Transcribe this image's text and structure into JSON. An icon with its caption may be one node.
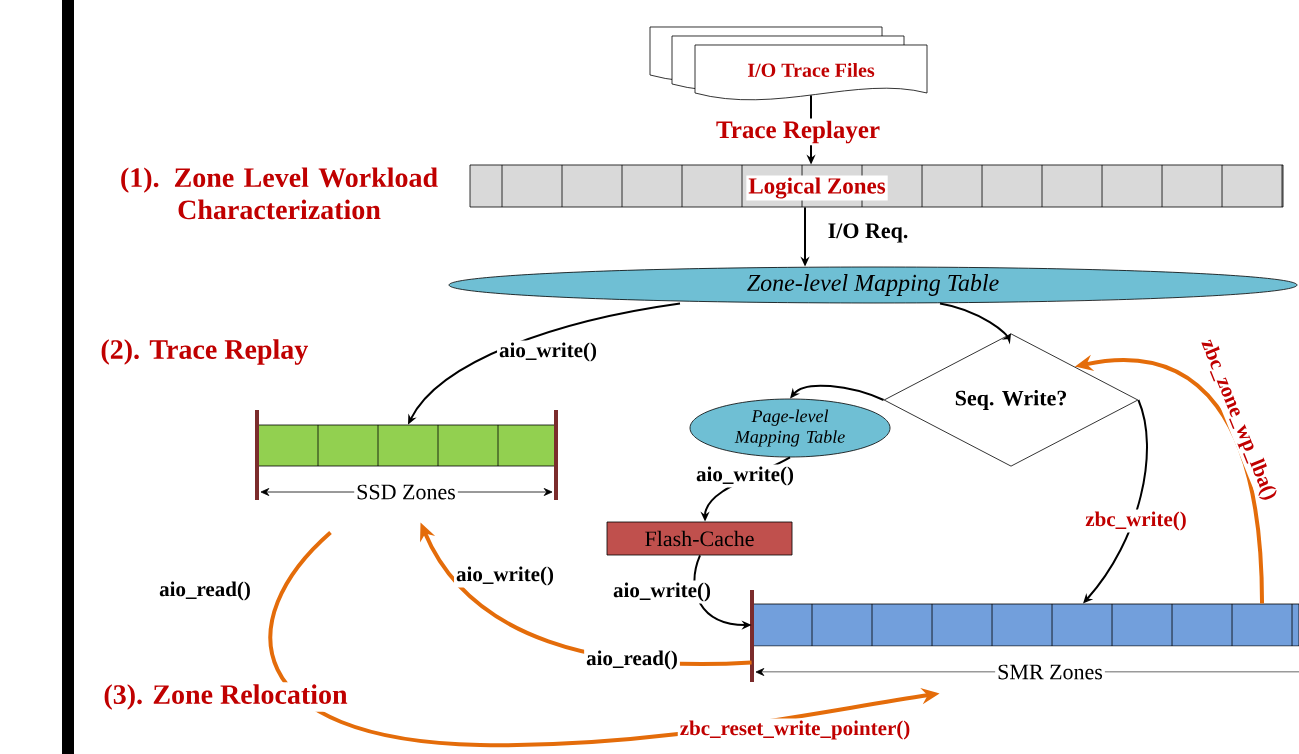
{
  "diagram": {
    "nodes": [
      {
        "text": [
          "I/O Trace Files"
        ]
      },
      {
        "text": [
          "Logical Zones"
        ]
      },
      {
        "text": [
          "Zone-level Mapping Table"
        ]
      },
      {
        "text": [
          "Seq. Write?"
        ]
      },
      {
        "text": [
          "SSD Zones"
        ]
      },
      {
        "text": [
          "Page-level Mapping Table"
        ]
      },
      {
        "text": [
          "Flash-Cache"
        ]
      },
      {
        "text": [
          "SMR Zones"
        ]
      }
    ],
    "edges": [
      {
        "from": 0,
        "to": 1,
        "arrow": "to",
        "label": "Trace Replayer"
      },
      {
        "from": 1,
        "to": 2,
        "arrow": "to",
        "label": "I/O Req."
      },
      {
        "from": 2,
        "to": 4,
        "arrow": "to",
        "label": "aio_write()"
      },
      {
        "from": 2,
        "to": 3,
        "arrow": "to"
      },
      {
        "from": 3,
        "to": 5,
        "arrow": "to"
      },
      {
        "from": 5,
        "to": 6,
        "arrow": "to",
        "label": "aio_write()"
      },
      {
        "from": 6,
        "to": 7,
        "arrow": "to",
        "label": "aio_write()"
      },
      {
        "from": 3,
        "to": 7,
        "arrow": "to",
        "label": "zbc_write()"
      },
      {
        "from": 7,
        "to": 3,
        "arrow": "to",
        "label": "zbc_zone_wp_lba()",
        "style": "thick",
        "color": "#e46c0a"
      },
      {
        "from": 7,
        "to": 4,
        "arrow": "to",
        "label": "aio_read()",
        "style": "thick",
        "color": "#e46c0a"
      },
      {
        "from": 4,
        "to": 7,
        "arrow": "to",
        "label": "zbc_reset_write_pointer()",
        "style": "thick",
        "color": "#e46c0a"
      }
    ],
    "labels": [
      "(1). Zone Level Workload Characterization",
      "(2). Trace Replay",
      "aio_write()",
      "aio_read()",
      "(3). Zone Relocation"
    ]
  }
}
